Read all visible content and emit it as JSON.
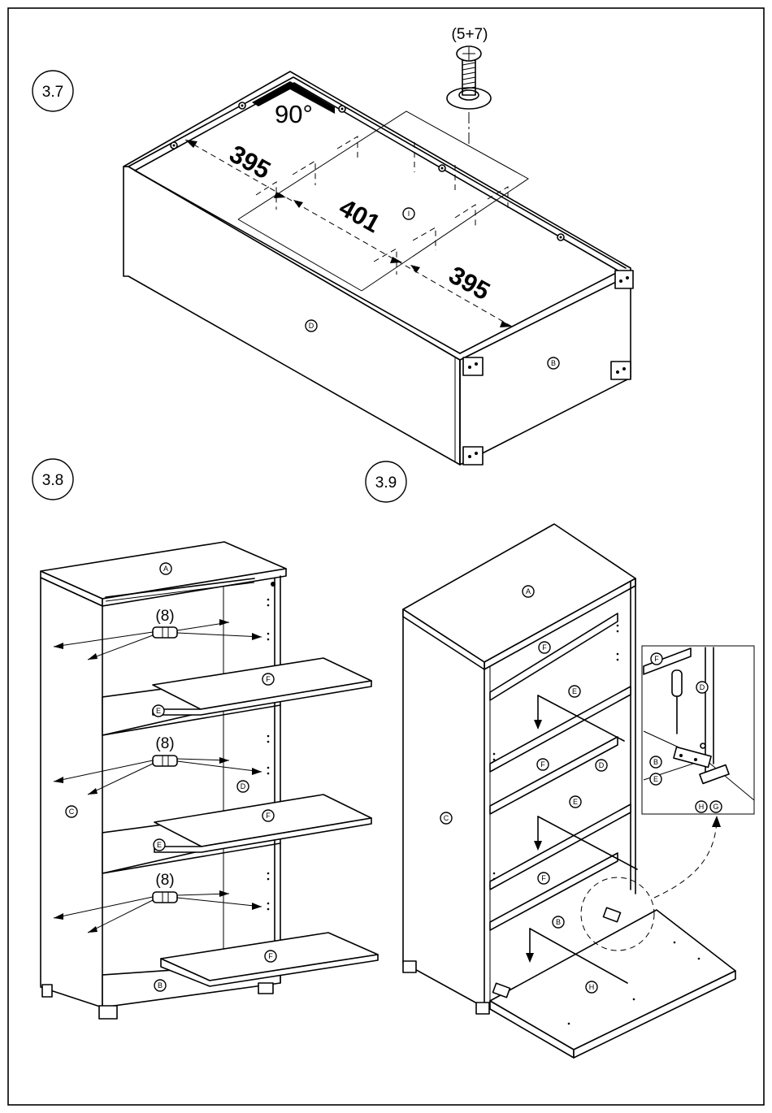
{
  "steps": [
    {
      "number": "3.7"
    },
    {
      "number": "3.8"
    },
    {
      "number": "3.9"
    }
  ],
  "step_3_7": {
    "fastener_qty": "(5+7)",
    "angle": "90°",
    "dimensions": [
      "395",
      "401",
      "395"
    ],
    "parts": {
      "inner": "I",
      "back": "D",
      "side": "B"
    }
  },
  "step_3_8": {
    "dowel_qty": [
      "(8)",
      "(8)",
      "(8)"
    ],
    "parts": {
      "top": "A",
      "left": "C",
      "right": "D",
      "bottom": "B",
      "shelf_f": [
        "F",
        "F",
        "F"
      ],
      "shelf_e": [
        "E",
        "E"
      ]
    }
  },
  "step_3_9": {
    "parts": {
      "top": "A",
      "left": "C",
      "right": "D",
      "bottom": "B",
      "door": "H",
      "shelf_f": [
        "F",
        "F"
      ],
      "shelf_e": [
        "E",
        "E"
      ]
    },
    "detail_parts": {
      "f": "F",
      "d": "D",
      "b": "B",
      "e": "E",
      "h": "H",
      "g": "G"
    }
  },
  "icons": {
    "screw": "screw-with-washer-icon",
    "dowel": "wooden-dowel-icon",
    "screwdriver": "screwdriver-icon",
    "hinge": "cabinet-hinge-icon"
  }
}
